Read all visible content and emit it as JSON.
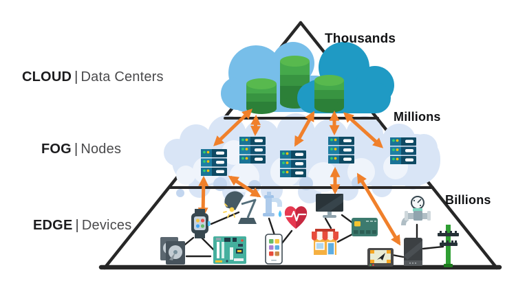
{
  "diagram": {
    "title": "Cloud Fog Edge computing pyramid",
    "tiers": [
      {
        "name": "CLOUD",
        "separator": "|",
        "subtitle": "Data Centers",
        "scale": "Thousands"
      },
      {
        "name": "FOG",
        "separator": "|",
        "subtitle": "Nodes",
        "scale": "Millions"
      },
      {
        "name": "EDGE",
        "separator": "|",
        "subtitle": "Devices",
        "scale": "Billions"
      }
    ],
    "colors": {
      "arrow_orange": "#F0802B",
      "pyramid_line": "#272727",
      "cloud_light_blue": "#77BEE9",
      "cloud_teal": "#1F9AC4",
      "database_green_top": "#58B94E",
      "database_green_dark": "#2A7D35",
      "fog_cloud": "#D9E5F6",
      "server_rack_teal": "#1A7396",
      "server_rack_dark": "#0E4A63",
      "label_black": "#1C1C1E",
      "label_gray": "#4A4A4C"
    },
    "icons": {
      "cloud_tier": [
        "cloud",
        "database-cylinder"
      ],
      "fog_tier": [
        "server-rack"
      ],
      "edge_tier": [
        "hard-drive",
        "smartwatch",
        "desk-lamp",
        "faucet",
        "heart-pulse",
        "circuit-board",
        "smartphone-apps",
        "monitor",
        "storefront",
        "credit-card",
        "gps-navigator",
        "smartphone",
        "water-meter",
        "power-pole"
      ]
    }
  }
}
